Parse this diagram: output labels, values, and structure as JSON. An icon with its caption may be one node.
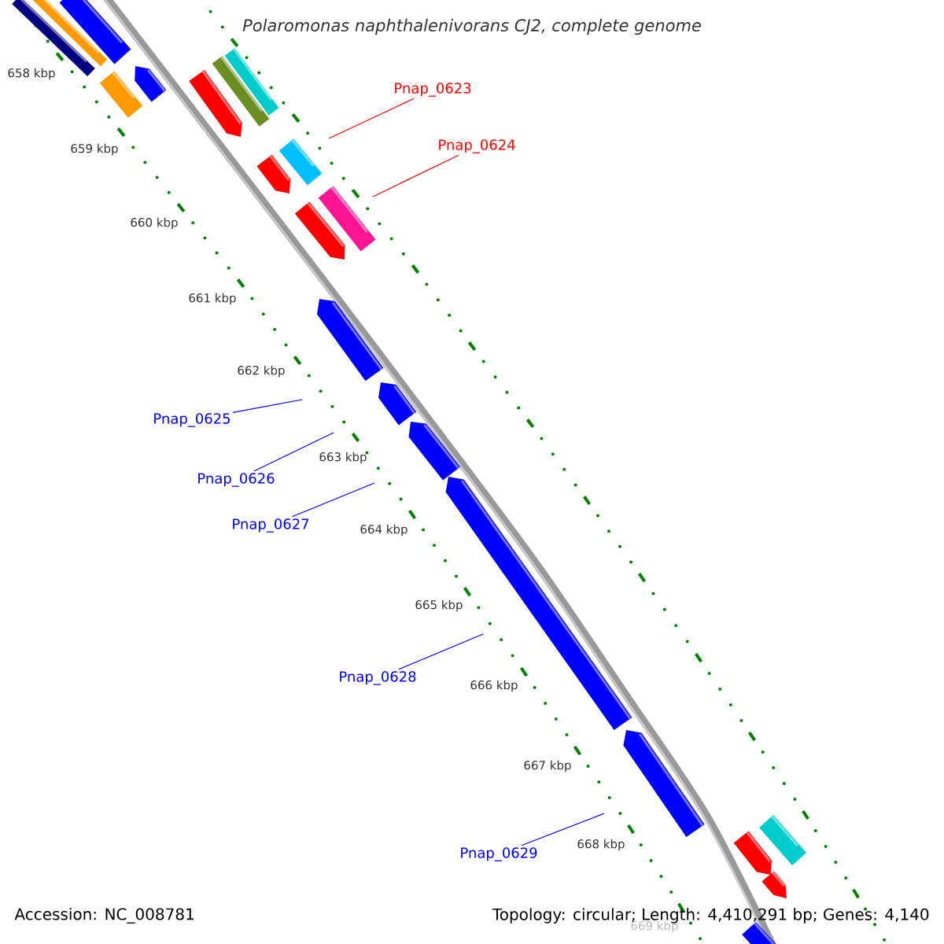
{
  "diagram": {
    "title": "Polaromonas naphthalenivorans CJ2, complete genome",
    "nodes": [
      {
        "text": [
          "Pnap_0623"
        ]
      },
      {
        "text": [
          "Pnap_0624"
        ]
      },
      {
        "text": [
          "Pnap_0625"
        ]
      },
      {
        "text": [
          "Pnap_0626"
        ]
      },
      {
        "text": [
          "Pnap_0627"
        ]
      },
      {
        "text": [
          "Pnap_0628"
        ]
      },
      {
        "text": [
          "Pnap_0629"
        ]
      }
    ],
    "edges": [
      {
        "from": 0,
        "to": null,
        "arrow": "none",
        "color": "#ff0000"
      },
      {
        "from": 1,
        "to": null,
        "arrow": "none",
        "color": "#ff0000"
      },
      {
        "from": 2,
        "to": null,
        "arrow": "none"
      },
      {
        "from": 3,
        "to": null,
        "arrow": "none"
      },
      {
        "from": 4,
        "to": null,
        "arrow": "none"
      },
      {
        "from": 5,
        "to": null,
        "arrow": "none"
      },
      {
        "from": 6,
        "to": null,
        "arrow": "none"
      }
    ],
    "labels": [
      "658 kbp",
      "659 kbp",
      "660 kbp",
      "661 kbp",
      "662 kbp",
      "663 kbp",
      "664 kbp",
      "665 kbp",
      "666 kbp",
      "667 kbp",
      "668 kbp",
      "669 kbp",
      "Accession: NC_008781",
      "Topology: circular; Length: 4,410,291 bp; Genes: 4,140"
    ]
  }
}
